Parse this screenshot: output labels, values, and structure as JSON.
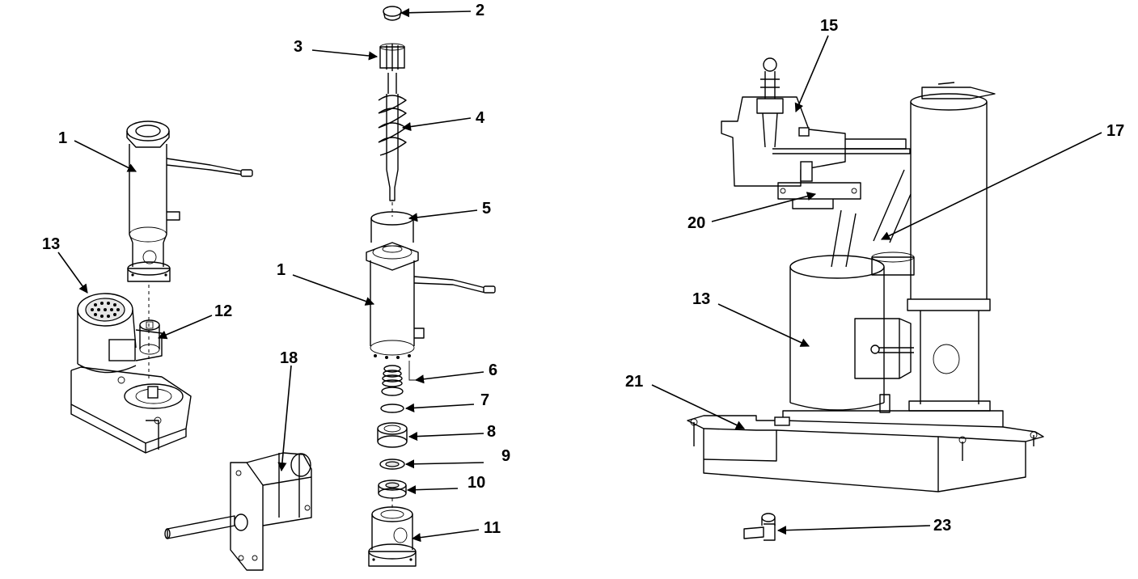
{
  "callouts": {
    "c1a": "1",
    "c13a": "13",
    "c12": "12",
    "c18": "18",
    "c2": "2",
    "c3": "3",
    "c4": "4",
    "c5": "5",
    "c1b": "1",
    "c6": "6",
    "c7": "7",
    "c8": "8",
    "c9": "9",
    "c10": "10",
    "c11": "11",
    "c15": "15",
    "c17": "17",
    "c20": "20",
    "c13b": "13",
    "c21": "21",
    "c23": "23"
  },
  "colors": {
    "line": "#000000",
    "background": "#ffffff",
    "shade": "#e6e6e6"
  }
}
